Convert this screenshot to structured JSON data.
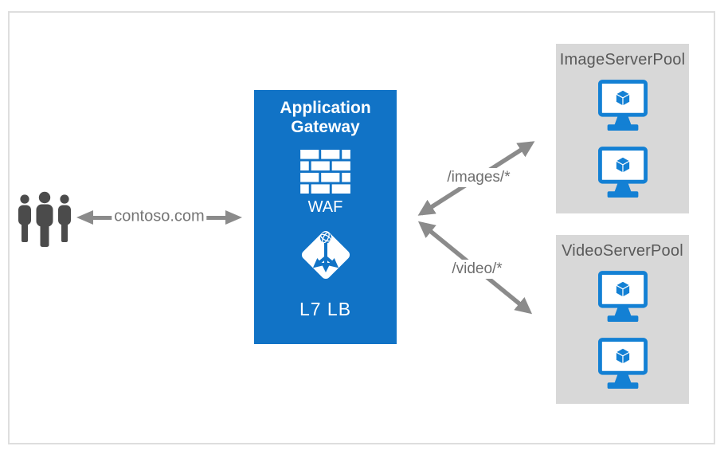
{
  "colors": {
    "gateway_blue": "#1173c6",
    "icon_blue": "#1380d4",
    "pool_gray": "#d8d8d8",
    "arrow_gray": "#8b8b8b",
    "route_text_gray": "#6e6e6e",
    "pool_title_gray": "#595959",
    "people_gray": "#4b4b4b",
    "frame_border": "#dedede"
  },
  "diagram": {
    "users": {
      "icon": "users-icon"
    },
    "client_link": {
      "label": "contoso.com",
      "bidirectional": true
    },
    "gateway": {
      "title": "Application Gateway",
      "waf_icon": "firewall-brick-icon",
      "waf_label": "WAF",
      "lb_icon": "load-balancer-icon",
      "lb_label": "L7 LB"
    },
    "routes": [
      {
        "label": "/images/*",
        "target": "ImageServerPool",
        "bidirectional": true
      },
      {
        "label": "/video/*",
        "target": "VideoServerPool",
        "bidirectional": true
      }
    ],
    "pools": [
      {
        "name": "ImageServerPool",
        "servers": 2,
        "icon": "vm-icon"
      },
      {
        "name": "VideoServerPool",
        "servers": 2,
        "icon": "vm-icon"
      }
    ]
  }
}
